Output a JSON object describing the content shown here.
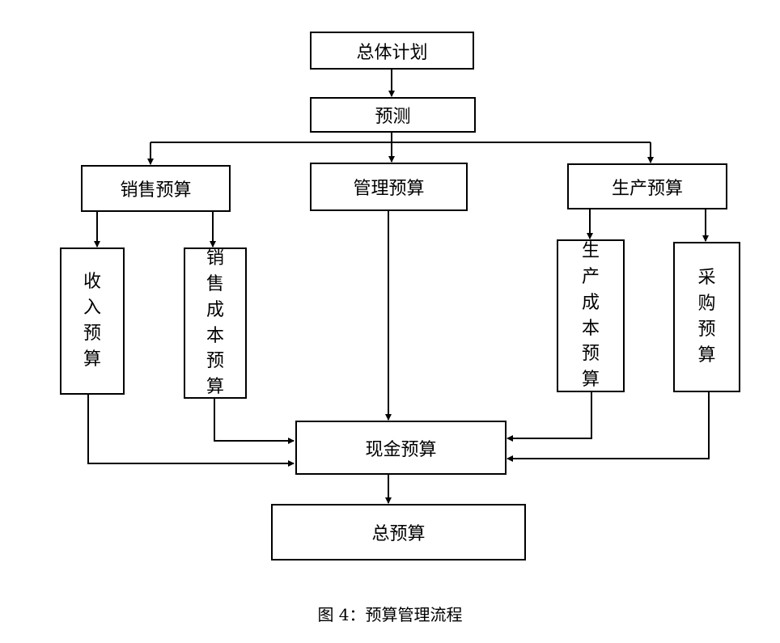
{
  "nodes": {
    "overall_plan": "总体计划",
    "forecast": "预测",
    "sales_budget": "销售预算",
    "management_budget": "管理预算",
    "production_budget": "生产预算",
    "revenue_budget": "收入预算",
    "sales_cost_budget": "销售成本预算",
    "production_cost_budget": "生产成本预算",
    "procurement_budget": "采购预算",
    "cash_budget": "现金预算",
    "total_budget": "总预算"
  },
  "caption": "图 4：预算管理流程"
}
